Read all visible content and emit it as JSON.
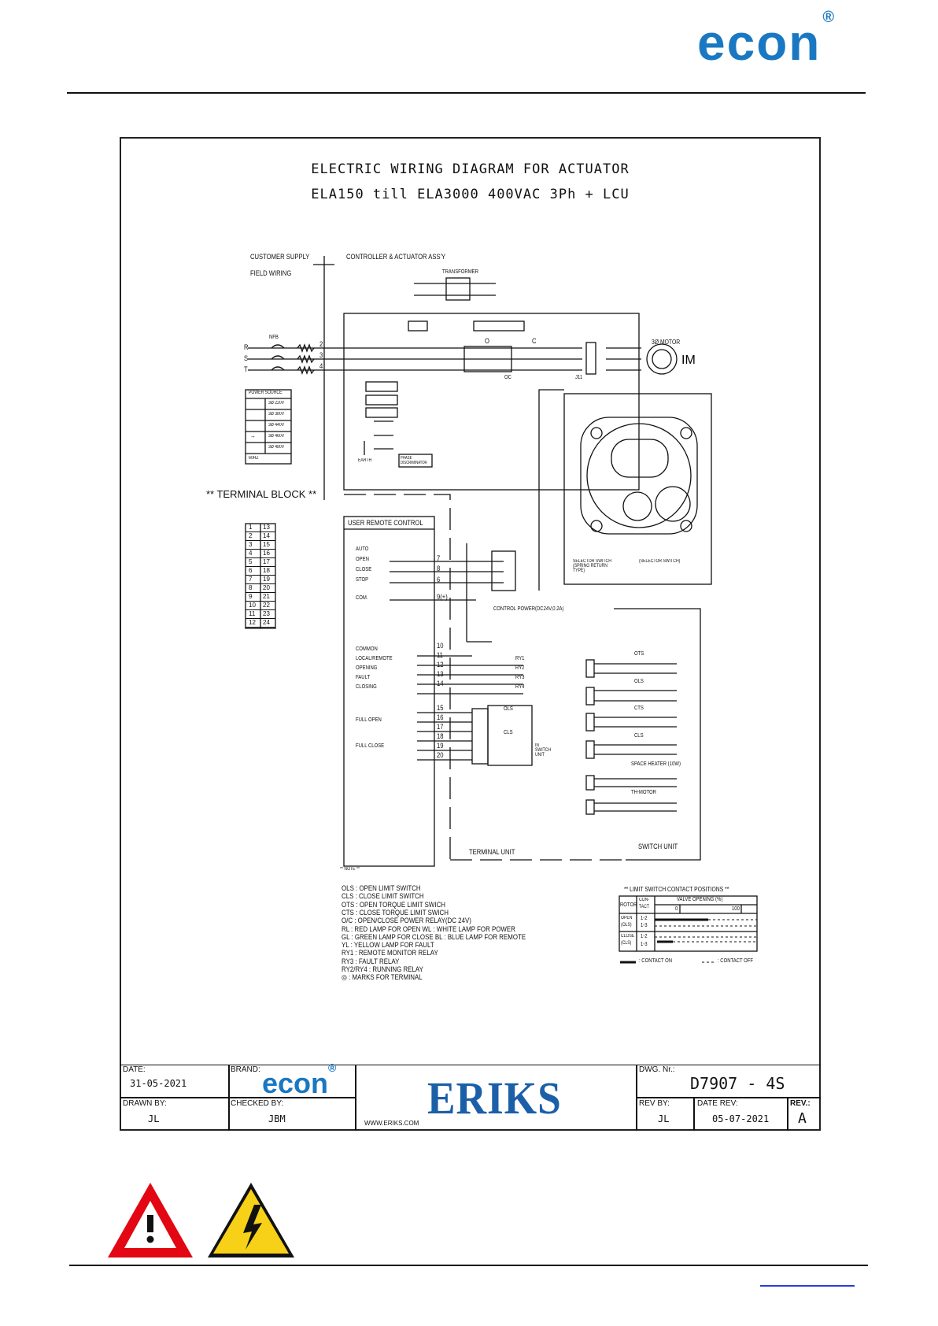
{
  "header": {
    "brand": "econ",
    "registered": "®"
  },
  "diagram": {
    "title_line1": "ELECTRIC WIRING DIAGRAM FOR ACTUATOR",
    "title_line2": "ELA150 till ELA3000 400VAC 3Ph + LCU",
    "customer_supply": "CUSTOMER SUPPLY",
    "field_wiring": "FIELD WIRING",
    "controller_assy": "CONTROLLER & ACTUATOR ASS'Y",
    "transformer": "TRANSFORMER",
    "nfb": "NFB",
    "motor_label": "3Ø MOTOR",
    "motor_im": "IM",
    "phases": [
      "R",
      "S",
      "T"
    ],
    "line_numbers": [
      "2",
      "3",
      "4"
    ],
    "relay_o": "O",
    "relay_c": "C",
    "relay_oc": "OC",
    "j11": "J11",
    "earth": "EARTH",
    "phase_disc": "PHASE DISCRIMINATOR",
    "power_source": {
      "title": "POWER SOURCE",
      "rows": [
        "3Ø 220V",
        "3Ø 380V",
        "3Ø 440V",
        "3Ø 460V",
        "3Ø 480V"
      ],
      "freq": "60HZ"
    },
    "terminal_block_title": "** TERMINAL BLOCK **",
    "terminal_block": [
      [
        "1",
        "13"
      ],
      [
        "2",
        "14"
      ],
      [
        "3",
        "15"
      ],
      [
        "4",
        "16"
      ],
      [
        "5",
        "17"
      ],
      [
        "6",
        "18"
      ],
      [
        "7",
        "19"
      ],
      [
        "8",
        "20"
      ],
      [
        "9",
        "21"
      ],
      [
        "10",
        "22"
      ],
      [
        "11",
        "23"
      ],
      [
        "12",
        "24"
      ]
    ],
    "user_remote_control": "USER REMOTE CONTROL",
    "remote_inputs": [
      "AUTO",
      "OPEN",
      "CLOSE",
      "STOP",
      "COM."
    ],
    "remote_terms": [
      "7",
      "8",
      "6",
      "9(+)"
    ],
    "control_power": "CONTROL POWER(DC24V,0.2A)",
    "relay_outputs": [
      "COMMON",
      "LOCAL/REMOTE",
      "OPENING",
      "FAULT",
      "CLOSING"
    ],
    "relay_terms": [
      "10",
      "11",
      "12",
      "13",
      "14"
    ],
    "relay_names": [
      "RY1",
      "RY2",
      "RY3",
      "RY4"
    ],
    "full_open": "FULL OPEN",
    "full_close": "FULL CLOSE",
    "fo_terms": [
      "15",
      "16",
      "17",
      "18",
      "19",
      "20"
    ],
    "ols": "OLS",
    "cls": "CLS",
    "in_switch_unit": "IN SWITCH UNIT",
    "selector_switch_spring": "SELECTOR SWITCH (SPRING RETURN TYPE)",
    "selector_switch": "(SELECTOR SWITCH)",
    "switch_unit_items": [
      "OTS",
      "OLS",
      "CTS",
      "CLS",
      "SPACE HEATER (10W)",
      "TH-MOTOR"
    ],
    "terminal_unit": "TERMINAL UNIT",
    "switch_unit": "SWITCH UNIT",
    "note_title": "** NOTE **",
    "notes": [
      "OLS : OPEN LIMIT SWITCH",
      "CLS : CLOSE LIMIT SWITCH",
      "OTS : OPEN TORQUE LIMIT SWICH",
      "CTS : CLOSE TORQUE LIMIT SWICH",
      "O/C : OPEN/CLOSE POWER RELAY(DC 24V)",
      "RL : RED LAMP FOR OPEN     WL : WHITE LAMP FOR POWER",
      "GL : GREEN LAMP FOR CLOSE BL : BLUE LAMP FOR REMOTE",
      "YL : YELLOW LAMP FOR FAULT",
      "RY1 : REMOTE MONITOR RELAY",
      "RY3 : FAULT RELAY",
      "RY2/RY4 : RUNNING RELAY",
      "◎ : MARKS FOR TERMINAL"
    ],
    "limit_table": {
      "title": "** LIMIT SWITCH CONTACT POSITIONS **",
      "rotor": "ROTOR",
      "contact": "CON- TACT",
      "valve_opening": "VALVE OPENING (%)",
      "zero": "0",
      "hundred": "100",
      "rows": [
        {
          "rotor": "OPEN (OLS)",
          "contacts": [
            "1-2",
            "1-3"
          ]
        },
        {
          "rotor": "CLOSE (CLS)",
          "contacts": [
            "1-2",
            "1-3"
          ]
        }
      ],
      "legend_on": ": CONTACT ON",
      "legend_off": ": CONTACT OFF"
    }
  },
  "title_block": {
    "date_label": "DATE:",
    "date": "31-05-2021",
    "brand_label": "BRAND:",
    "brand": "econ",
    "drawn_label": "DRAWN BY:",
    "drawn": "JL",
    "checked_label": "CHECKED BY:",
    "checked": "JBM",
    "website": "WWW.ERIKS.COM",
    "company": "ERIKS",
    "dwg_label": "DWG. Nr.:",
    "dwg": "D7907 - 4S",
    "rev_by_label": "REV BY:",
    "rev_by": "JL",
    "date_rev_label": "DATE REV:",
    "date_rev": "05-07-2021",
    "rev_label": "REV.:",
    "rev": "A"
  },
  "colors": {
    "brand_blue": "#1a78c2",
    "eriks_blue": "#1b5fa8",
    "warning_red": "#e30613",
    "warning_yellow": "#f7d117"
  },
  "icons": [
    "general-warning-icon",
    "electrical-hazard-icon"
  ]
}
